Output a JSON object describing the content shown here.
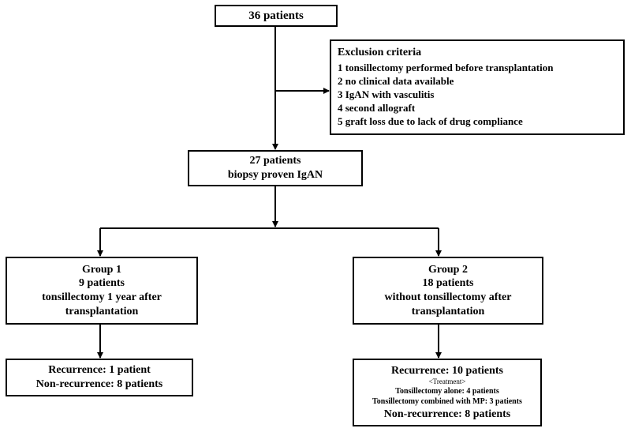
{
  "start": {
    "text": "36 patients"
  },
  "exclusion": {
    "title": "Exclusion  criteria",
    "items": [
      "1  tonsillectomy  performed  before transplantation",
      "2  no  clinical  data  available",
      "3  IgAN  with  vasculitis",
      "4  second  allograft",
      "5  graft  loss  due to  lack of  drug  compliance"
    ]
  },
  "eligible": {
    "line1": "27 patients",
    "line2": "biopsy  proven  IgAN"
  },
  "group1": {
    "title": "Group  1",
    "count": "9 patients",
    "desc1": "tonsillectomy  1 year after",
    "desc2": "transplantation"
  },
  "group2": {
    "title": "Group  2",
    "count": "18 patients",
    "desc1": "without  tonsillectomy  after",
    "desc2": "transplantation"
  },
  "result1": {
    "recurrence": "Recurrence:  1  patient",
    "non_recurrence": "Non-recurrence:  8 patients"
  },
  "result2": {
    "recurrence": "Recurrence:  10 patients",
    "treatment_header": "<Treatment>",
    "treatment1": "Tonsillectomy alone: 4 patients",
    "treatment2": "Tonsillectomy combined with MP: 3 patients",
    "non_recurrence": "Non-recurrence:  8 patients"
  }
}
